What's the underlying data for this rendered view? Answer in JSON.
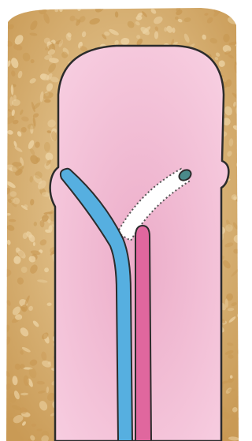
{
  "illustration": {
    "colors": {
      "background": "#ffffff",
      "bone_light": "#ecd3a4",
      "bone_dark": "#c99a55",
      "canal_light": "#f7cde0",
      "canal_mid": "#ecadc9",
      "outline": "#2c2c2c",
      "blue_tube": "#56afe0",
      "pink_tube": "#e0679e",
      "dotted_path_fill": "#ffffff",
      "dotted_path_stroke": "#555555",
      "tip_fill": "#4a8a8a"
    },
    "components": [
      "bone-texture",
      "canal",
      "blue-tube",
      "pink-tube",
      "dotted-path",
      "tube-tip"
    ]
  }
}
